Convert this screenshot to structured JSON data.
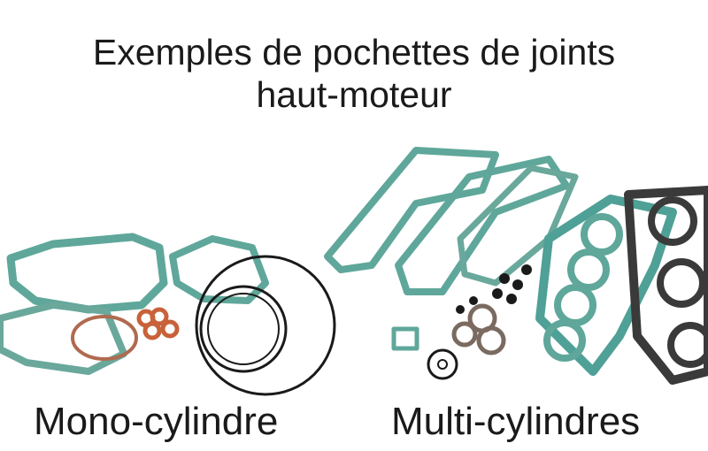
{
  "title": {
    "line1": "Exemples de pochettes de joints",
    "line2": "haut-moteur"
  },
  "labels": {
    "mono": "Mono-cylindre",
    "multi": "Multi-cylindres"
  },
  "colors": {
    "gasket_green": "#5fa79a",
    "ring_black": "#1a1a1a",
    "ring_orange": "#c8623a",
    "head_gasket_dark": "#3a3a3a"
  }
}
